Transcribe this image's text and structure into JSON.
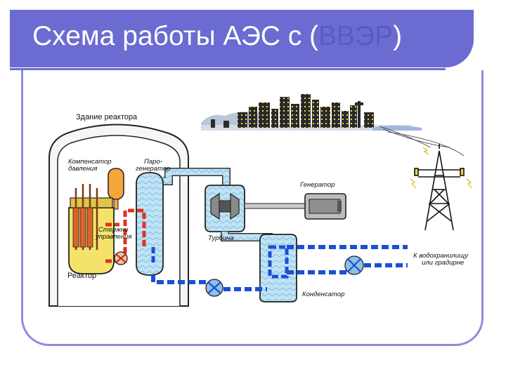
{
  "slide": {
    "title_prefix": "Схема работы АЭС с (",
    "title_link": "ВВЭР",
    "title_suffix": ")"
  },
  "diagram": {
    "labels": {
      "reactor_building": "Здание реактора",
      "pressurizer_1": "Компенсатор",
      "pressurizer_2": "давления",
      "steam_gen_1": "Паро-",
      "steam_gen_2": "генератор",
      "rods_1": "Стержни",
      "rods_2": "управления",
      "reactor": "Реактор",
      "generator": "Генератор",
      "turbine": "Турбина",
      "condenser": "Конденсатор",
      "outlet_1": "К водохранилищу",
      "outlet_2": "или градирне"
    },
    "colors": {
      "slide_accent": "#6b6bd1",
      "primary_loop": "#e03020",
      "cooling_water": "#1a4fd6",
      "steam": "#bfe3f5",
      "reactor_vessel": "#f4e36a"
    }
  }
}
